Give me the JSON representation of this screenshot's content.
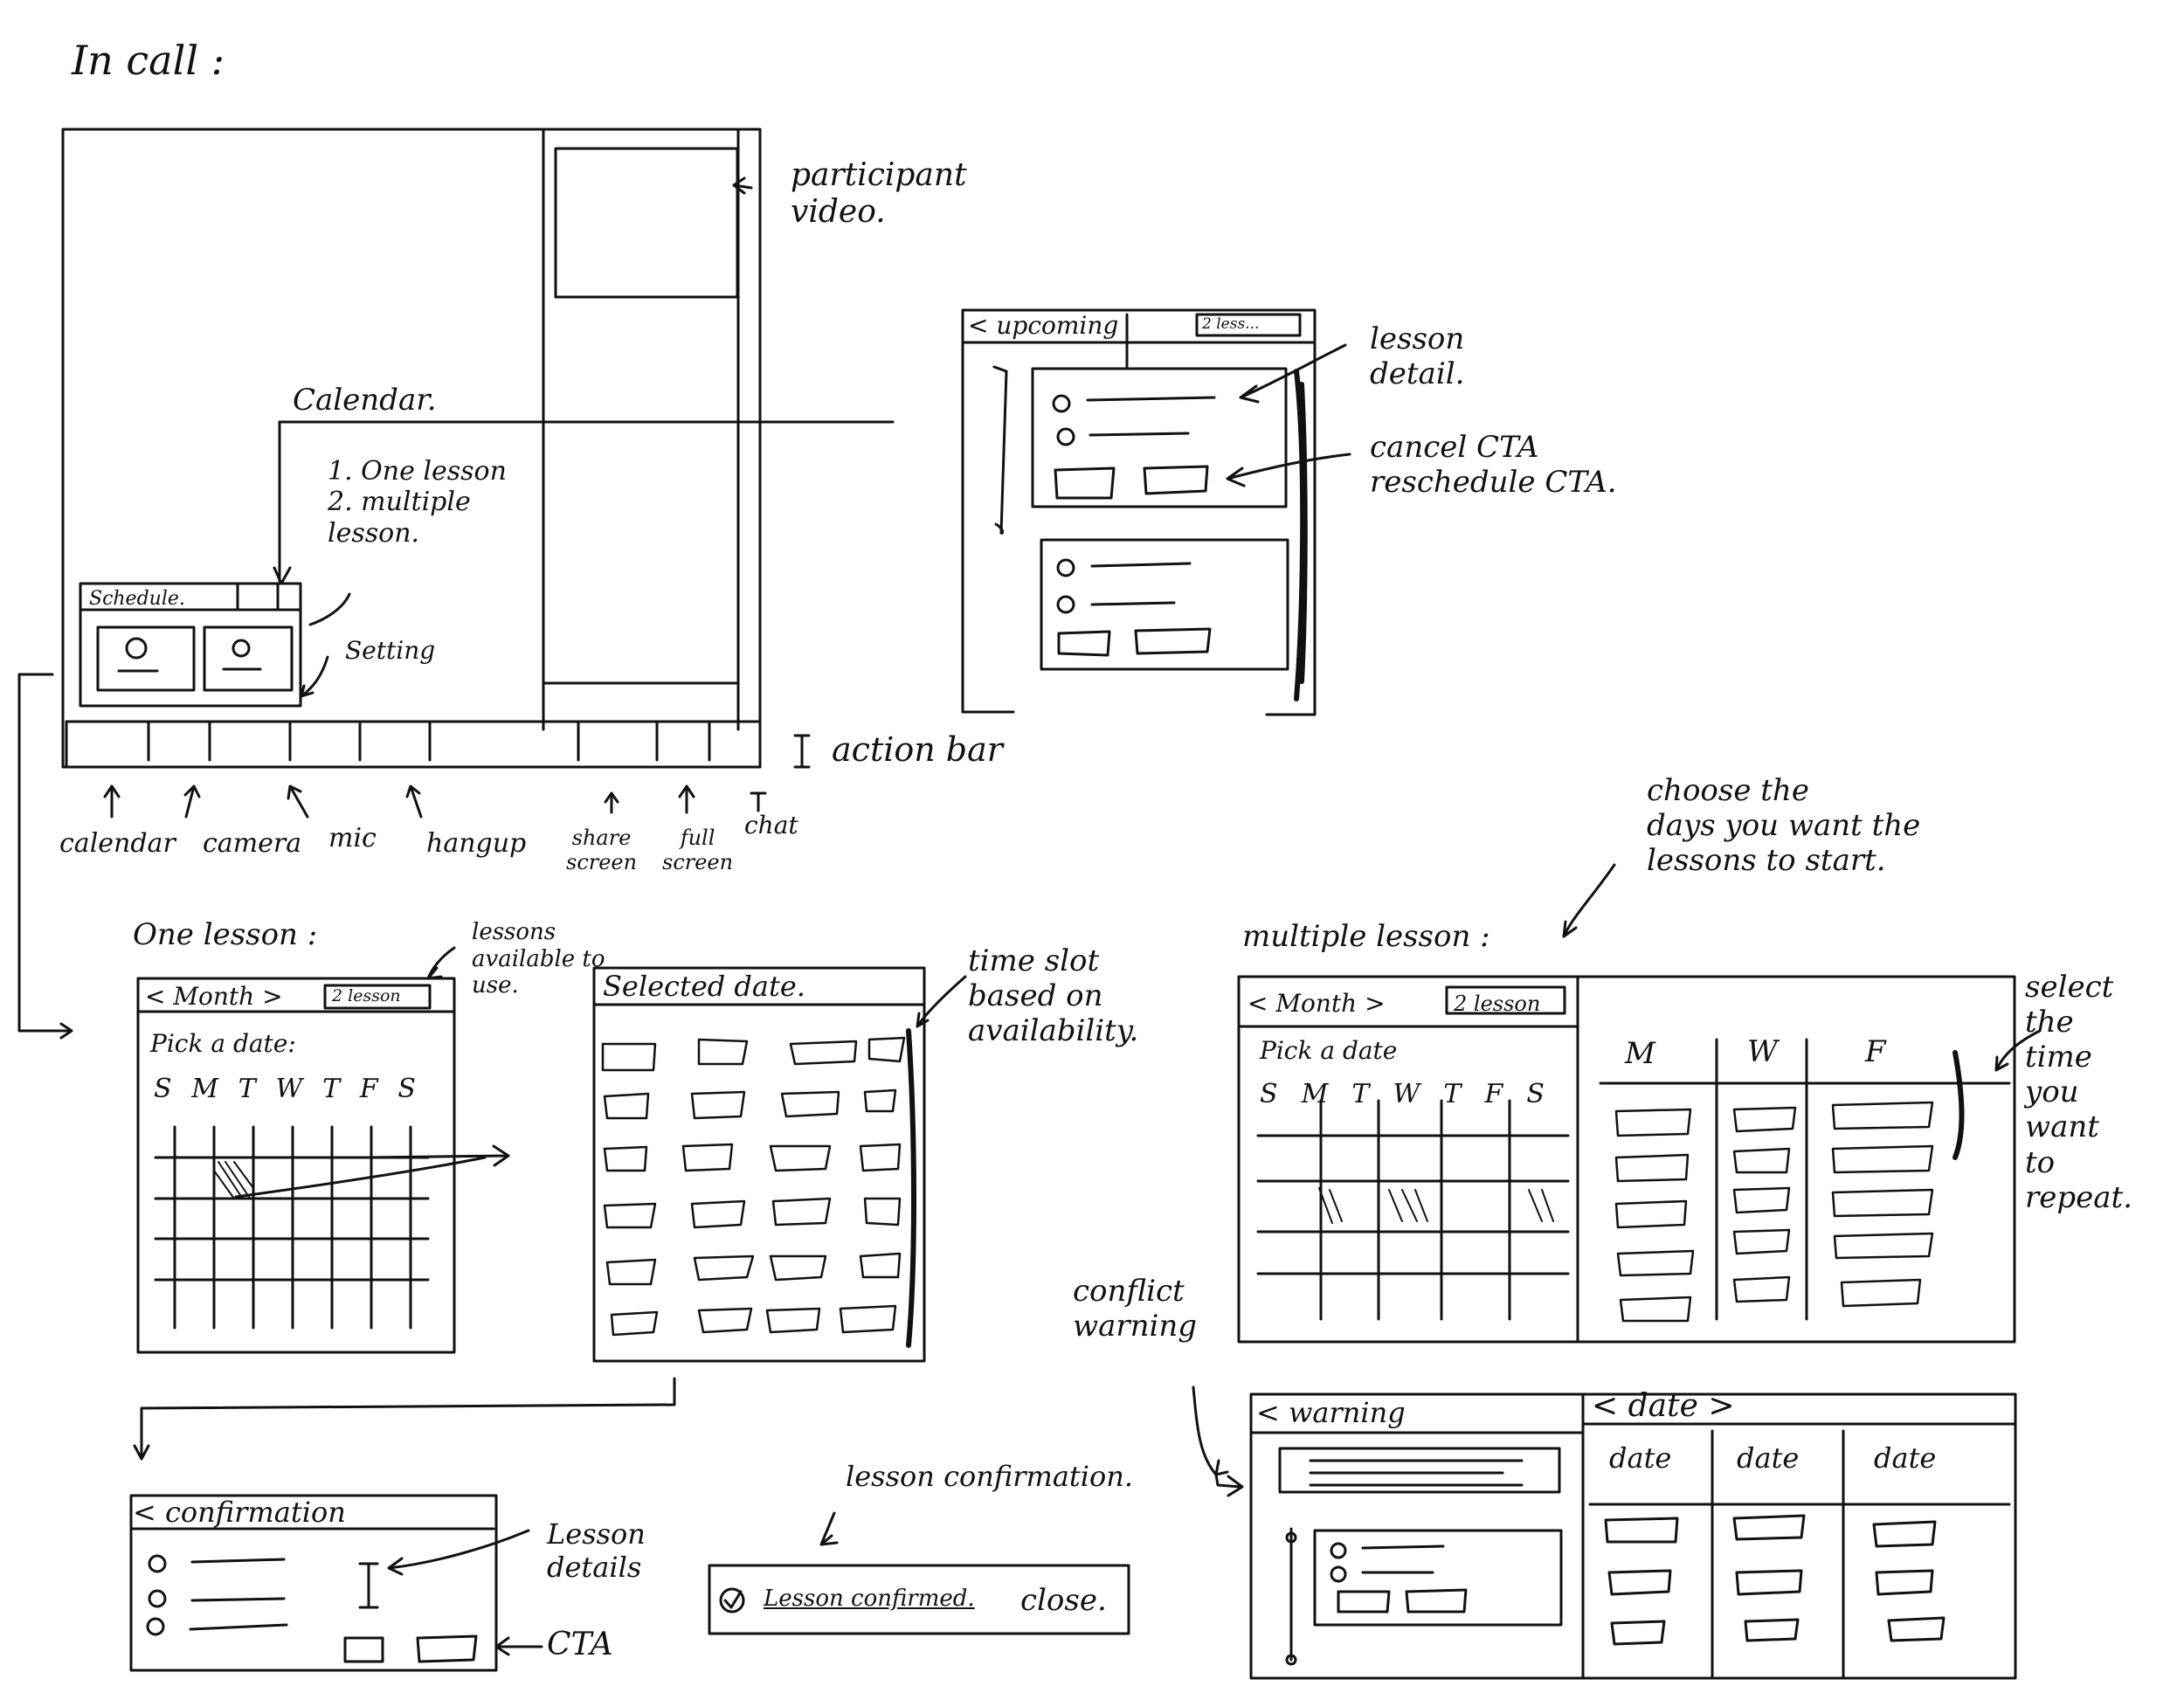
{
  "page_title": "In call :",
  "in_call": {
    "annotations": {
      "participant_video": "participant\nvideo.",
      "calendar": "Calendar.",
      "calendar_options": "1. One lesson\n2. multiple\n     lesson.",
      "setting": "Setting",
      "action_bar": "action bar"
    },
    "schedule_title": "Schedule.",
    "action_bar_labels": [
      "calendar",
      "camera",
      "mic",
      "hangup",
      "share\nscreen",
      "full\nscreen",
      "chat"
    ]
  },
  "upcoming_panel": {
    "title": "< upcoming",
    "badge": "2 less...",
    "annotations": {
      "lesson_detail": "lesson\ndetail.",
      "ctas": "cancel CTA\nreschedule CTA."
    }
  },
  "one_lesson": {
    "heading": "One lesson :",
    "annotation_available": "lessons\navailable to\nuse.",
    "month_nav": "< Month >",
    "badge": "2 lesson",
    "pick_label": "Pick a date:",
    "weekdays": [
      "S",
      "M",
      "T",
      "W",
      "T",
      "F",
      "S"
    ],
    "selected_title": "Selected date.",
    "annotation_slots": "time slot\nbased on\navailability."
  },
  "multiple_lesson": {
    "heading": "multiple lesson :",
    "annotation_days": "choose the\ndays you want the\nlessons to start.",
    "month_nav": "< Month >",
    "badge": "2 lesson",
    "pick_label": "Pick a date",
    "weekdays": [
      "S",
      "M",
      "T",
      "W",
      "T",
      "F",
      "S"
    ],
    "day_columns": [
      "M",
      "W",
      "F"
    ],
    "annotation_time": "select\nthe\ntime\nyou\nwant\nto\nrepeat."
  },
  "confirmation": {
    "title": "< confirmation",
    "annotation_details": "Lesson\ndetails",
    "annotation_cta": "CTA"
  },
  "lesson_confirmation": {
    "annotation": "lesson confirmation.",
    "message": "Lesson confirmed.",
    "close": "close."
  },
  "conflict": {
    "annotation": "conflict\nwarning",
    "title": "< warning",
    "date_nav": "< date >",
    "date_columns": [
      "date",
      "date",
      "date"
    ]
  }
}
